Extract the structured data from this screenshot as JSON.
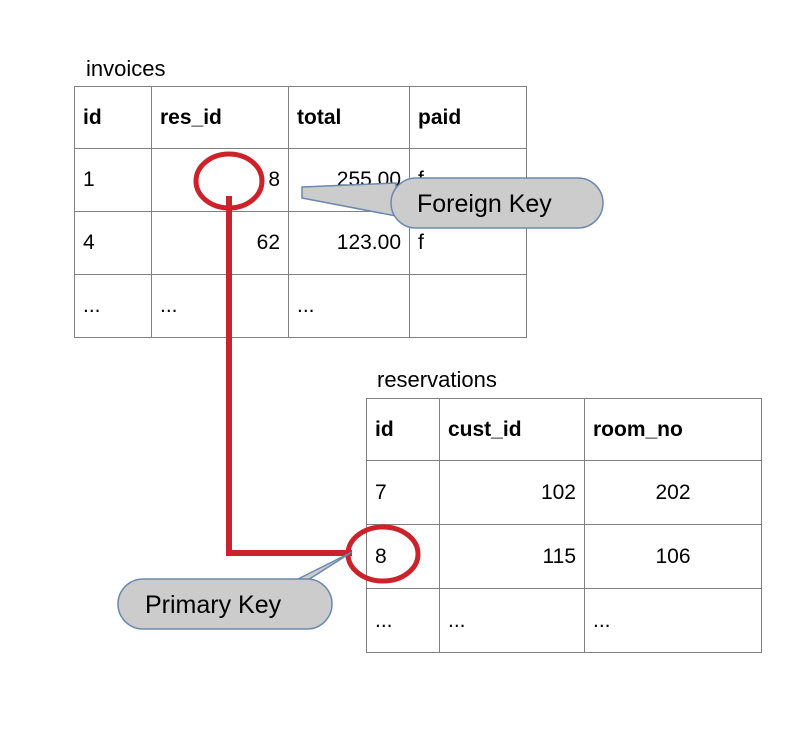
{
  "diagram": {
    "accent_red": "#cc2229",
    "bubble_fill": "#cccccc",
    "bubble_stroke": "#6a88b0",
    "table_border": "#808080"
  },
  "tables": [
    {
      "name": "invoices",
      "title": "invoices",
      "columns": [
        "id",
        "res_id",
        "total",
        "paid"
      ],
      "rows": [
        [
          "1",
          "8",
          "255.00",
          "f"
        ],
        [
          "4",
          "62",
          "123.00",
          "f"
        ],
        [
          "...",
          "...",
          "...",
          ""
        ]
      ]
    },
    {
      "name": "reservations",
      "title": "reservations",
      "columns": [
        "id",
        "cust_id",
        "room_no"
      ],
      "rows": [
        [
          "7",
          "102",
          "202"
        ],
        [
          "8",
          "115",
          "106"
        ],
        [
          "...",
          "...",
          "..."
        ]
      ]
    }
  ],
  "annotations": {
    "foreign_key": {
      "label": "Foreign Key",
      "target_table": "invoices",
      "target_column": "res_id",
      "target_value": "8"
    },
    "primary_key": {
      "label": "Primary Key",
      "target_table": "reservations",
      "target_column": "id",
      "target_value": "8"
    }
  }
}
